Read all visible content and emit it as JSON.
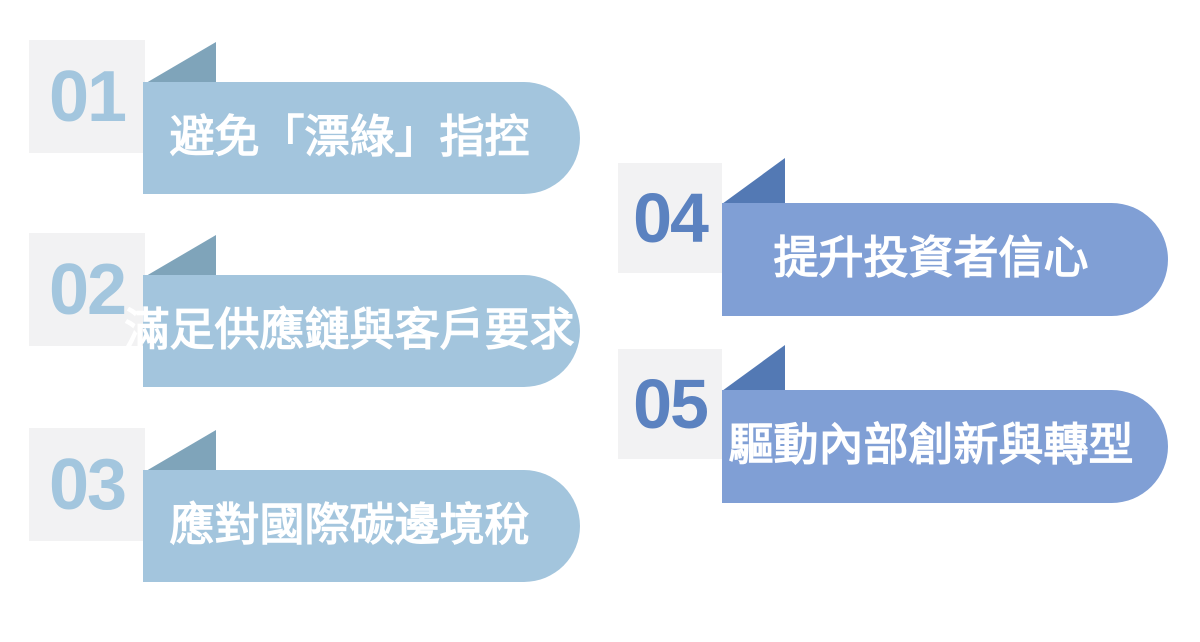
{
  "colors": {
    "page-bg": "#ffffff",
    "square-bg": "#f2f2f3",
    "banner-left": "#a3c5dd",
    "fold-left": "#7fa4ba",
    "number-left": "#a3c6de",
    "banner-right": "#809fd5",
    "fold-right": "#5379b4",
    "number-right": "#5b82c0",
    "label-text": "#ffffff"
  },
  "items": [
    {
      "number": "01",
      "label": "避免「漂綠」指控"
    },
    {
      "number": "02",
      "label": "滿足供應鏈與客戶要求"
    },
    {
      "number": "03",
      "label": "應對國際碳邊境稅"
    },
    {
      "number": "04",
      "label": "提升投資者信心"
    },
    {
      "number": "05",
      "label": "驅動內部創新與轉型"
    }
  ]
}
